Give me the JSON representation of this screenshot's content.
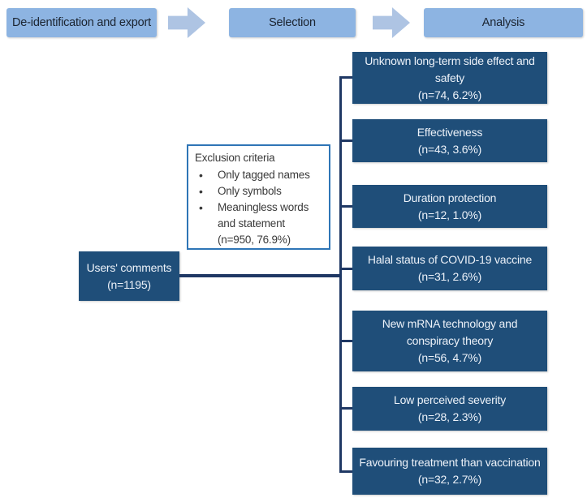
{
  "colors": {
    "step_fill": "#8DB4E2",
    "step_text": "#1B2430",
    "arrow_fill": "#AEC4E3",
    "dark_fill": "#1F4E79",
    "dark_text": "#EDF2F9",
    "connector": "#1F3864",
    "exclusion_border": "#2E75B6",
    "exclusion_text": "#3A3A3A"
  },
  "steps": [
    {
      "label": "De-identification and export"
    },
    {
      "label": "Selection"
    },
    {
      "label": "Analysis"
    }
  ],
  "icons": {
    "arrow_right": "block-right-arrow"
  },
  "exclusion_box": {
    "title": "Exclusion criteria",
    "bullets": [
      "Only tagged names",
      "Only symbols",
      "Meaningless words and statement"
    ],
    "count": "(n=950, 76.9%)"
  },
  "source_box": {
    "title": "Users' comments",
    "count": "(n=1195)"
  },
  "categories": [
    {
      "title": "Unknown long-term side effect and safety",
      "count": "(n=74, 6.2%)"
    },
    {
      "title": "Effectiveness",
      "count": "(n=43, 3.6%)"
    },
    {
      "title": "Duration protection",
      "count": "(n=12, 1.0%)"
    },
    {
      "title": "Halal status of COVID-19 vaccine",
      "count": "(n=31, 2.6%)"
    },
    {
      "title": "New mRNA technology and conspiracy theory",
      "count": "(n=56, 4.7%)"
    },
    {
      "title": "Low perceived severity",
      "count": "(n=28, 2.3%)"
    },
    {
      "title": "Favouring treatment than vaccination",
      "count": "(n=32, 2.7%)"
    }
  ]
}
